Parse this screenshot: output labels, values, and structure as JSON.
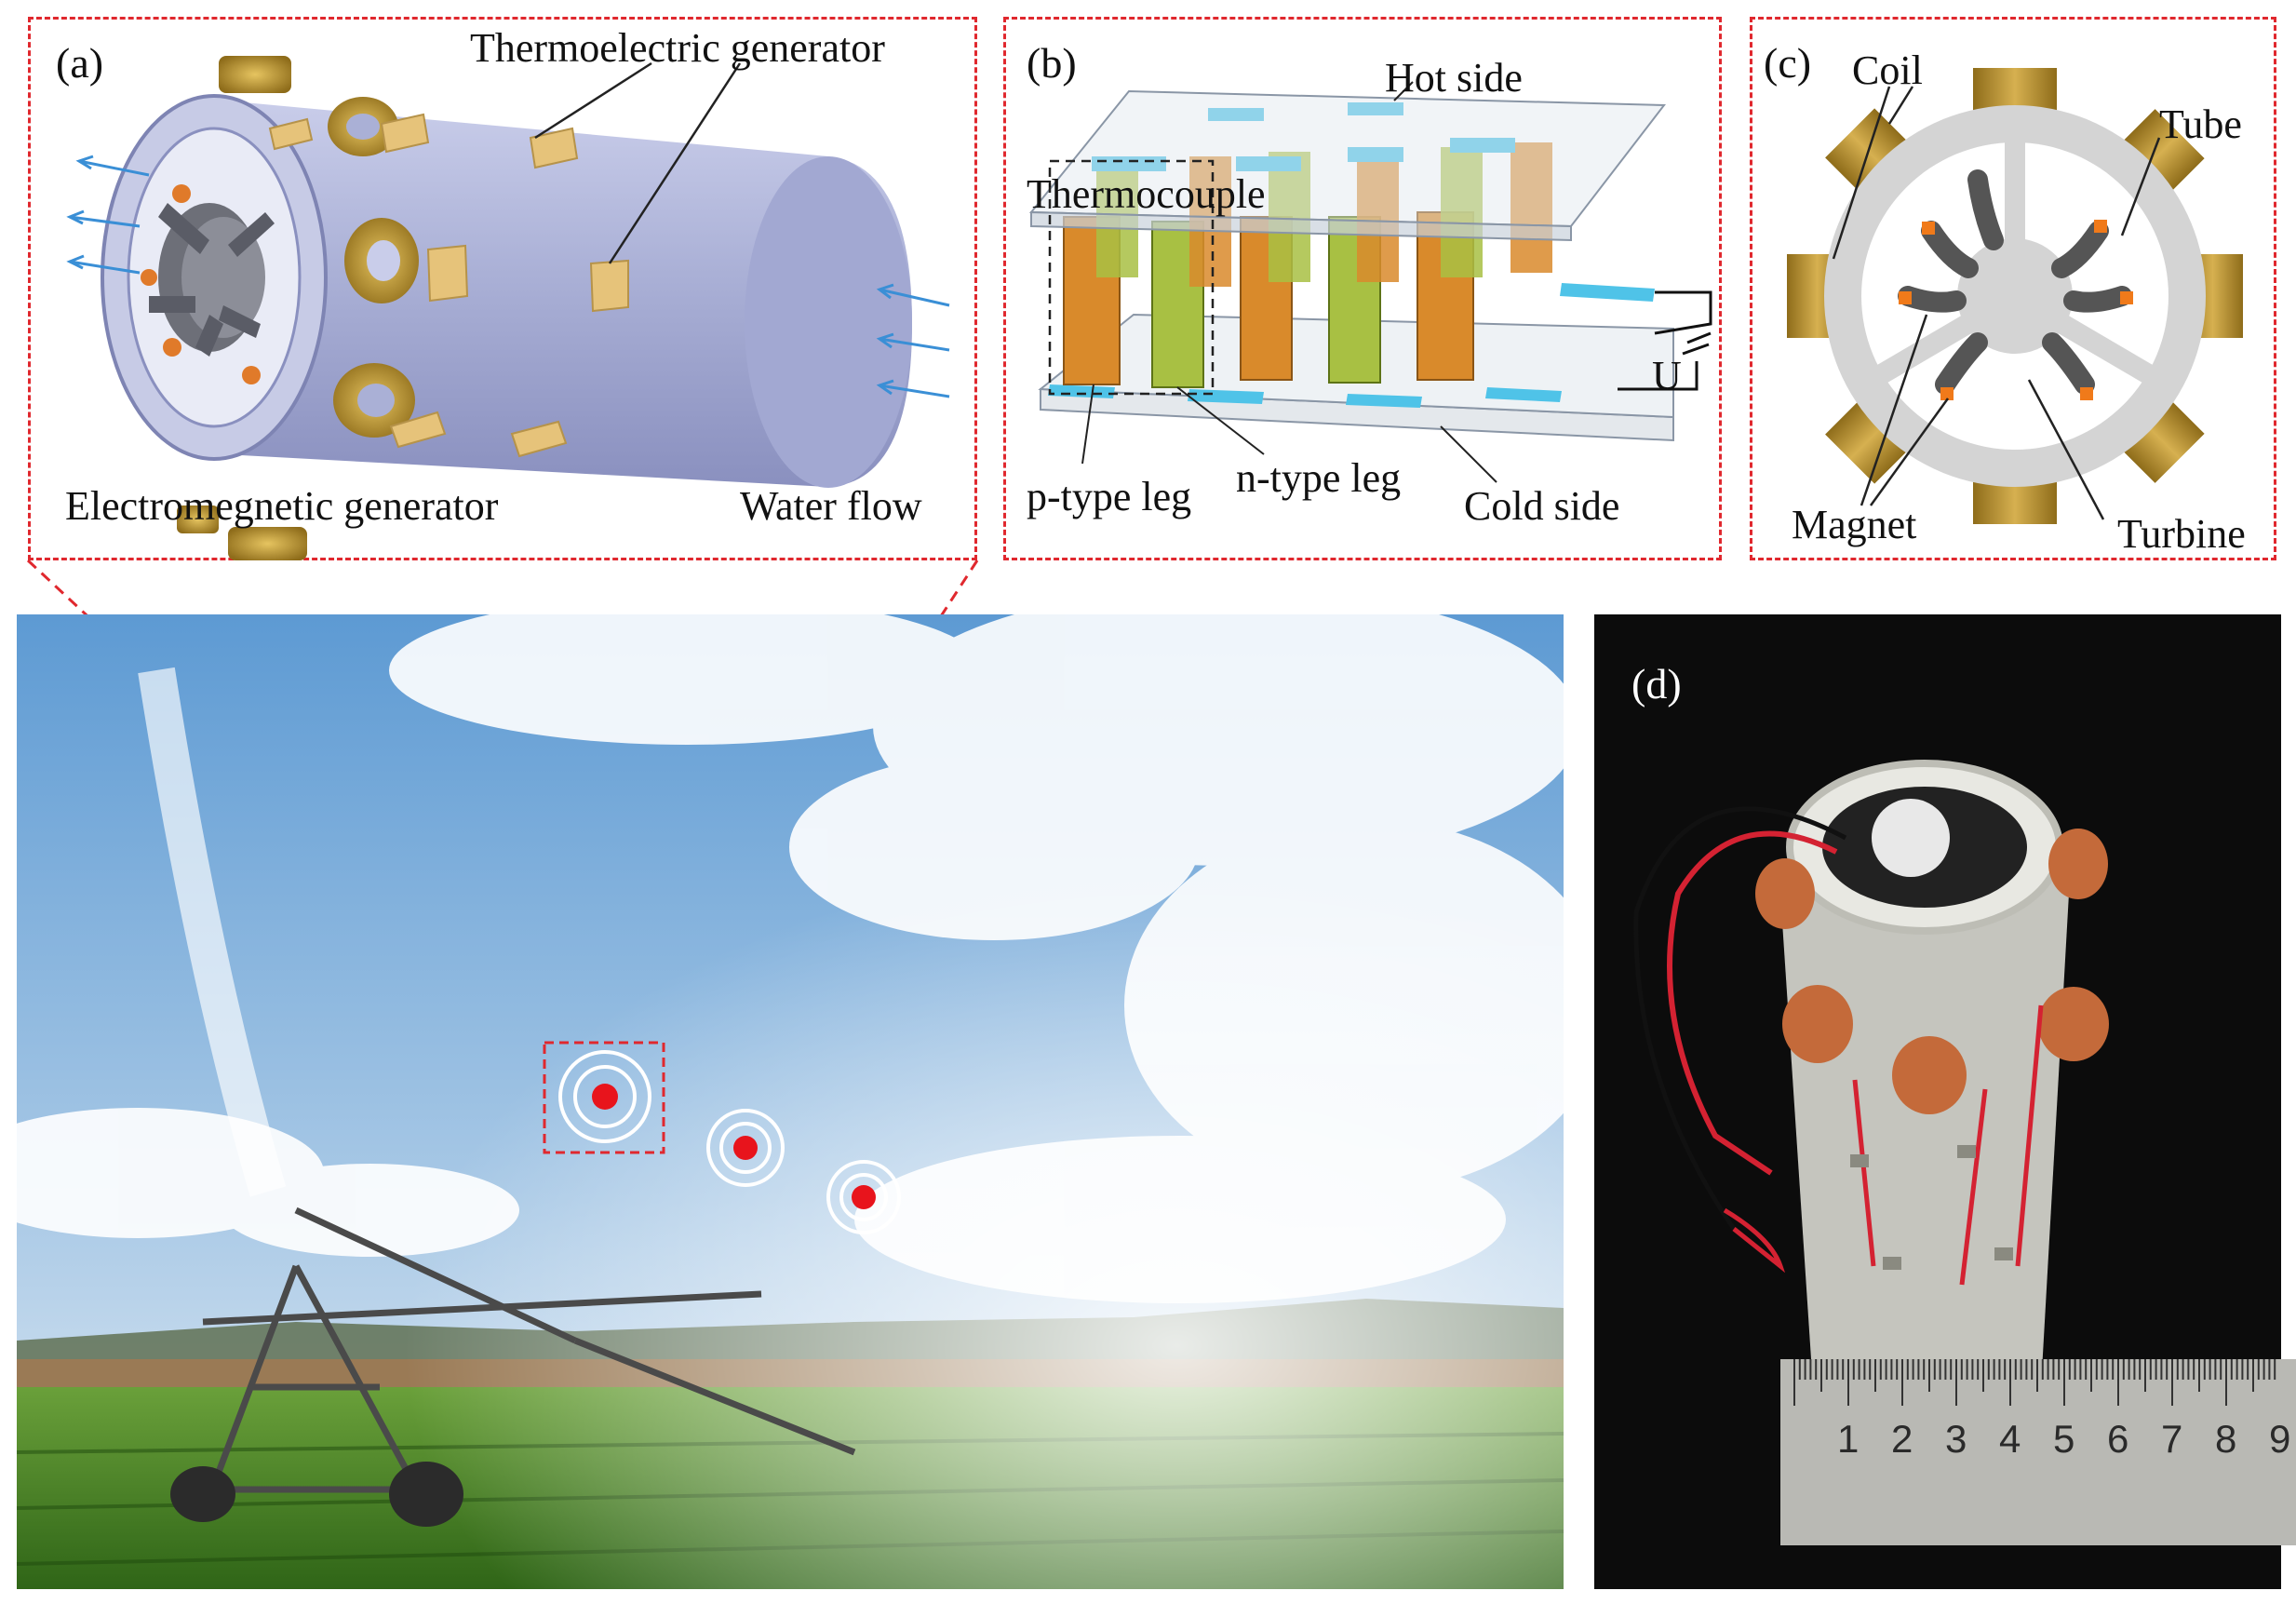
{
  "panels": {
    "a": {
      "label": "(a)",
      "thermoelectric": "Thermoelectric generator",
      "electromagnetic": "Electromegnetic generator",
      "water_flow": "Water flow"
    },
    "b": {
      "label": "(b)",
      "hot_side": "Hot side",
      "thermocouple": "Thermocouple",
      "p_leg": "p-type leg",
      "n_leg": "n-type leg",
      "cold_side": "Cold side",
      "voltage": "U"
    },
    "c": {
      "label": "(c)",
      "coil": "Coil",
      "tube": "Tube",
      "magnet": "Magnet",
      "turbine": "Turbine"
    },
    "d": {
      "label": "(d)",
      "ruler_numbers": [
        "1",
        "2",
        "3",
        "4",
        "5",
        "6",
        "7",
        "8",
        "9"
      ]
    }
  },
  "colors": {
    "dash_frame": "#e0282e",
    "tube": "#aab0d6",
    "coil": "#b8912e",
    "te_module": "#e6c37a",
    "p_leg": "#d98a2b",
    "n_leg": "#a8c043",
    "electrode": "#4fc3e8",
    "sky": "#6fa8dc",
    "crop": "#3f7d22",
    "marker": "#e8141c"
  }
}
